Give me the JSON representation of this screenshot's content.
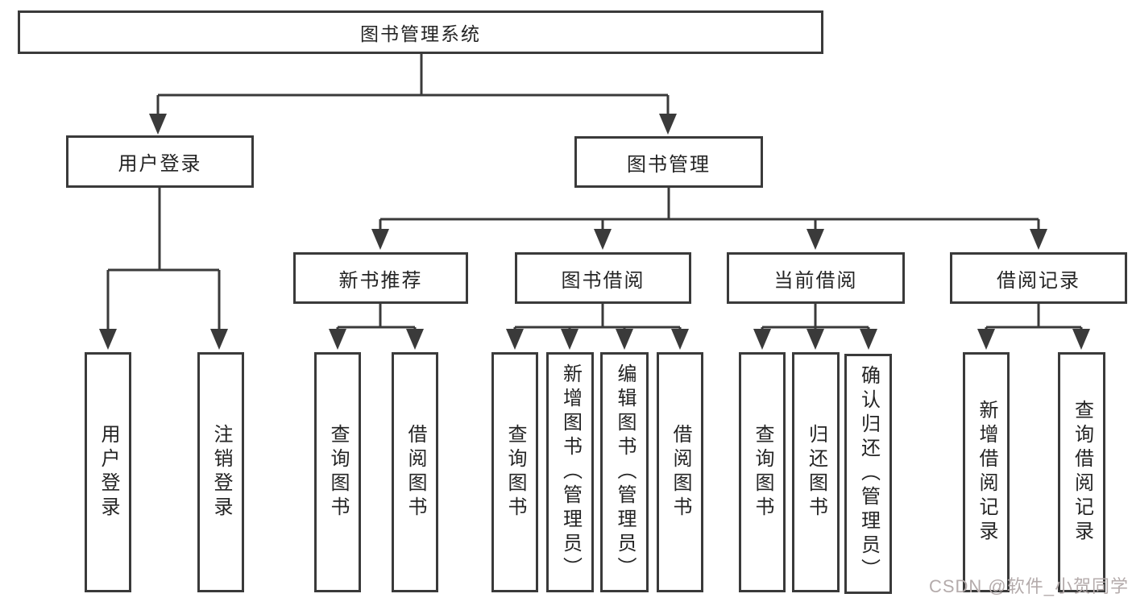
{
  "diagram": {
    "root": {
      "label": "图书管理系统"
    },
    "branches": [
      {
        "label": "用户登录",
        "children": [
          {
            "label": "用户登录"
          },
          {
            "label": "注销登录"
          }
        ]
      },
      {
        "label": "图书管理",
        "children": [
          {
            "label": "新书推荐",
            "children": [
              {
                "label": "查询图书"
              },
              {
                "label": "借阅图书"
              }
            ]
          },
          {
            "label": "图书借阅",
            "children": [
              {
                "label": "查询图书"
              },
              {
                "label": "新增图书（管理员）"
              },
              {
                "label": "编辑图书（管理员）"
              },
              {
                "label": "借阅图书"
              }
            ]
          },
          {
            "label": "当前借阅",
            "children": [
              {
                "label": "查询图书"
              },
              {
                "label": "归还图书"
              },
              {
                "label": "确认归还（管理员）"
              }
            ]
          },
          {
            "label": "借阅记录",
            "children": [
              {
                "label": "新增借阅记录"
              },
              {
                "label": "查询借阅记录"
              }
            ]
          }
        ]
      }
    ]
  },
  "watermark": {
    "text": "CSDN @软件_小贺同学"
  },
  "colors": {
    "line": "#3a3a3a",
    "box_border": "#3a3a3a",
    "text": "#242424",
    "background": "#ffffff",
    "watermark": "#b4abab"
  }
}
